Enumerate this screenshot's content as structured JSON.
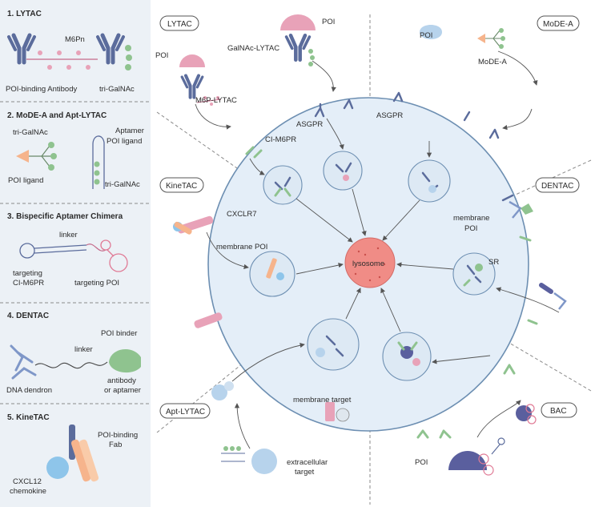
{
  "colors": {
    "panel_bg": "#ecf1f6",
    "cell_fill": "#e4eef8",
    "cell_stroke": "#6d8fb2",
    "antibody": "#5b6c9c",
    "pink": "#e8a2b8",
    "green": "#8fc38f",
    "orange": "#f6b48c",
    "lysosome": "#f08c86",
    "blue_poi": "#b7d3ec",
    "dark_violet": "#5a5f9e"
  },
  "legend": {
    "lytac": {
      "title": "1. LYTAC",
      "m6pn": "M6Pn",
      "antibody": "POI-binding Antibody",
      "trigalnac": "tri-GalNAc"
    },
    "mode": {
      "title": "2. MoDE-A and Apt-LYTAC",
      "trigalnac1": "tri-GalNAc",
      "poi_ligand": "POI ligand",
      "aptamer": "Aptamer",
      "aptamer_poi": "POI ligand",
      "trigalnac2": "tri-GalNAc"
    },
    "bac": {
      "title": "3. Bispecific Aptamer Chimera",
      "linker": "linker",
      "targeting_m6pr_1": "targeting",
      "targeting_m6pr_2": "CI-M6PR",
      "targeting_poi": "targeting POI"
    },
    "dentac": {
      "title": "4. DENTAC",
      "poi_binder": "POI binder",
      "linker": "linker",
      "dna": "DNA dendron",
      "antibody_1": "antibody",
      "antibody_2": "or aptamer"
    },
    "kinetac": {
      "title": "5. KineTAC",
      "fab_1": "POI-binding",
      "fab_2": "Fab",
      "cxcl_1": "CXCL12",
      "cxcl_2": "chemokine"
    }
  },
  "pills": {
    "lytac": "LYTAC",
    "modea": "MoDE-A",
    "kinetac": "KineTAC",
    "dentac": "DENTAC",
    "aptlytac": "Apt-LYTAC",
    "bac": "BAC"
  },
  "labels": {
    "poi_lytac": "POI",
    "m6p_lytac": "M6P-LYTAC",
    "poi_galnac": "POI",
    "galnac_lytac": "GalNAc-LYTAC",
    "asgpr_1": "ASGPR",
    "asgpr_2": "ASGPR",
    "cim6pr": "CI-M6PR",
    "poi_mode": "POI",
    "mode_a": "MoDE-A",
    "cxclr7": "CXCLR7",
    "membrane_poi_k": "membrane POI",
    "membrane_poi_d1": "membrane",
    "membrane_poi_d2": "POI",
    "sr": "SR",
    "lysosome": "lysosome",
    "membrane_target": "membrane target",
    "extracellular_1": "extracellular",
    "extracellular_2": "target",
    "poi_bac": "POI"
  }
}
